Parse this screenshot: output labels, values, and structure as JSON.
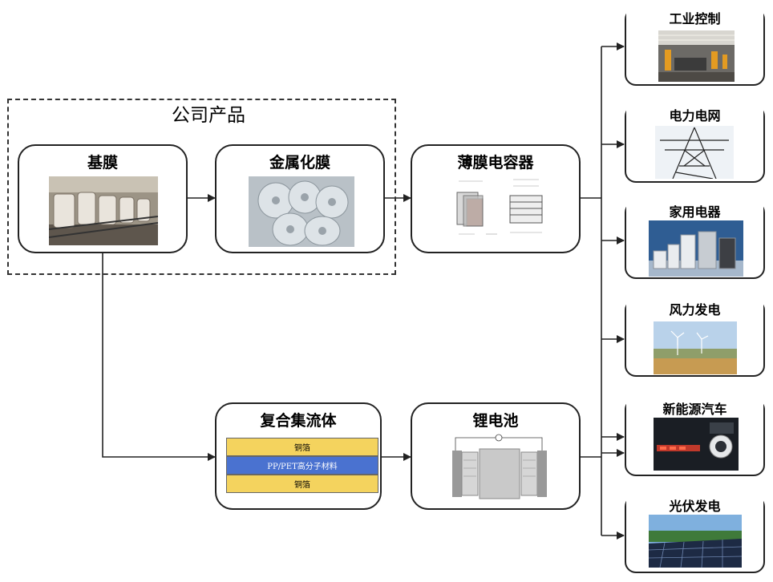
{
  "group": {
    "title": "公司产品"
  },
  "nodes": {
    "base_film": {
      "title": "基膜"
    },
    "metallized_film": {
      "title": "金属化膜"
    },
    "film_capacitor": {
      "title": "薄膜电容器"
    },
    "composite_collector": {
      "title": "复合集流体"
    },
    "li_battery": {
      "title": "锂电池"
    }
  },
  "composite_layers": [
    {
      "label": "铜箔",
      "color": "#f4d35e"
    },
    {
      "label": "PP/PET高分子材料",
      "color": "#4a72d0"
    },
    {
      "label": "铜箔",
      "color": "#f4d35e"
    }
  ],
  "applications": [
    {
      "label": "工业控制",
      "icon": "factory-robot-photo"
    },
    {
      "label": "电力电网",
      "icon": "power-tower-photo"
    },
    {
      "label": "家用电器",
      "icon": "home-appliance-photo"
    },
    {
      "label": "风力发电",
      "icon": "wind-turbine-photo"
    },
    {
      "label": "新能源汽车",
      "icon": "ev-charging-photo"
    },
    {
      "label": "光伏发电",
      "icon": "solar-panel-photo"
    }
  ],
  "colors": {
    "line": "#222222",
    "layer_copper": "#f4d35e",
    "layer_polymer": "#4a72d0"
  }
}
